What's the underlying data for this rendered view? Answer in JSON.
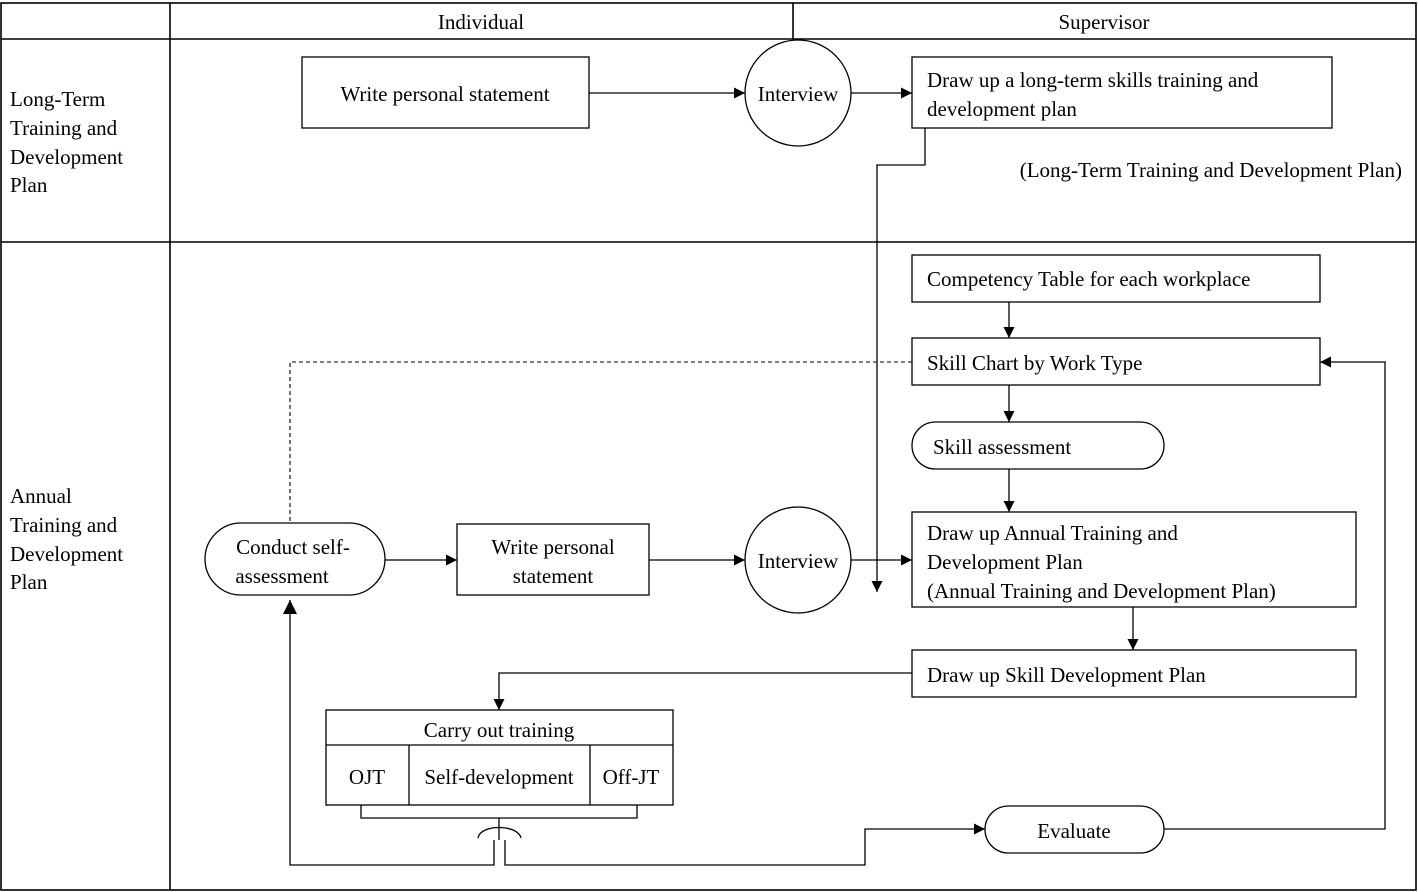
{
  "header": {
    "individual": "Individual",
    "supervisor": "Supervisor"
  },
  "rows": {
    "long_term": [
      "Long-Term",
      "Training and",
      "Development",
      "Plan"
    ],
    "annual": [
      "Annual",
      "Training and",
      "Development",
      "Plan"
    ]
  },
  "long_term": {
    "write_statement": "Write personal statement",
    "interview": "Interview",
    "draw_up_plan": [
      "Draw up a long-term skills training and",
      "development plan"
    ],
    "plan_doc": "(Long-Term Training and Development Plan)"
  },
  "annual": {
    "competency_table": "Competency Table for each workplace",
    "skill_chart": "Skill Chart by Work Type",
    "skill_assessment": "Skill assessment",
    "self_assessment": [
      "Conduct self-",
      "assessment"
    ],
    "write_statement": [
      "Write personal",
      "statement"
    ],
    "interview": "Interview",
    "draw_up_annual": [
      "Draw up Annual Training and",
      "Development Plan",
      "(Annual Training and Development Plan)"
    ],
    "draw_up_skill_dev": "Draw up Skill Development Plan",
    "carry_out_training": "Carry out training",
    "ojt": "OJT",
    "self_development": "Self-development",
    "off_jt": "Off-JT",
    "evaluate": "Evaluate"
  }
}
